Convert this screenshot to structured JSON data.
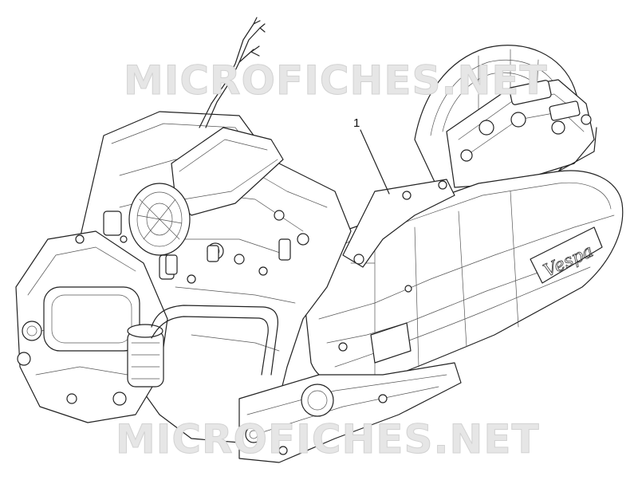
{
  "watermark": {
    "top_text": "MICROFICHES.NET",
    "bottom_text": "MICROFICHES.NET"
  },
  "callouts": [
    {
      "label": "1"
    }
  ],
  "brand_mark": {
    "text": "Vespa"
  },
  "colors": {
    "line": "#222222",
    "watermark_fill": "#e6e6e6",
    "background": "#ffffff"
  }
}
